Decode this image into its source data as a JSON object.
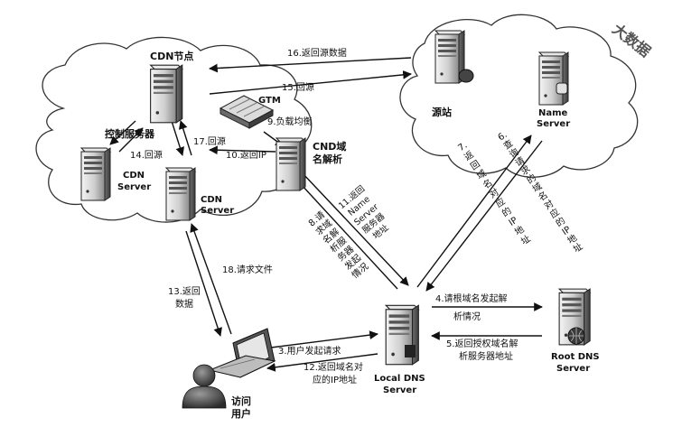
{
  "nodes": {
    "cdn_node_title": "CDN节点",
    "control_server": "控制服务器",
    "cdn_server_left_1": "CDN",
    "cdn_server_left_2": "Server",
    "cdn_server_mid_1": "CDN",
    "cdn_server_mid_2": "Server",
    "gtm": "GTM",
    "cnd_resolve_1": "CND域",
    "cnd_resolve_2": "名解析",
    "origin": "源站",
    "name_server_1": "Name",
    "name_server_2": "Server",
    "local_dns_1": "Local DNS",
    "local_dns_2": "Server",
    "root_dns_1": "Root DNS",
    "root_dns_2": "Server",
    "user_1": "访问",
    "user_2": "用户"
  },
  "edges": {
    "e3": "3.用户发起请求",
    "e4_1": "4.请根域名发起解",
    "e4_2": "析情况",
    "e5_1": "5.返回授权域名解",
    "e5_2": "析服务器地址",
    "e6": [
      "6.",
      "查",
      "询",
      "请",
      "求",
      "的",
      "域",
      "名",
      "对",
      "应",
      "的",
      "IP",
      "地",
      "址"
    ],
    "e7": [
      "7.",
      "返",
      "回",
      "域",
      "名",
      "对",
      "应",
      "的",
      "IP",
      "地",
      "址"
    ],
    "e8": [
      "8.请",
      "求域",
      "名解",
      "析服",
      "务器",
      "发起",
      "情况"
    ],
    "e9": "9.负载均衡",
    "e10": "10.返回IP",
    "e11": [
      "11.返回",
      "Name",
      "Server",
      "服务器",
      "地址"
    ],
    "e12_1": "12.返回域名对",
    "e12_2": "应的IP地址",
    "e13_1": "13.返回",
    "e13_2": "数据",
    "e14": "14.回源",
    "e15": "15.回源",
    "e16": "16.返回源数据",
    "e17": "17.回源",
    "e18": "18.请求文件"
  },
  "watermark": "大数据"
}
